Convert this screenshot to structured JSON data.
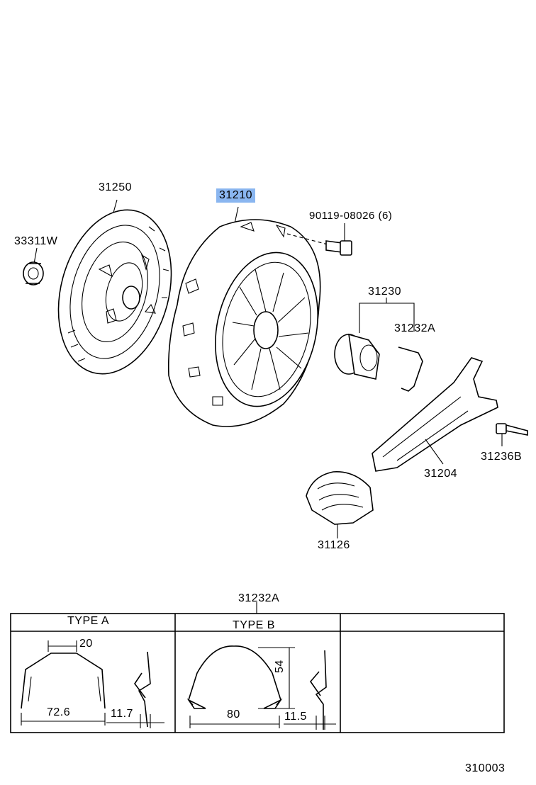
{
  "parts": {
    "p33311w": "33311W",
    "p31250": "31250",
    "p31210": "31210",
    "p90119": "90119-08026 (6)",
    "p31230": "31230",
    "p31232a": "31232A",
    "p31204": "31204",
    "p31236b": "31236B",
    "p31126": "31126"
  },
  "table": {
    "title": "31232A",
    "type_a": "TYPE  A",
    "type_b": "TYPE  B",
    "a_dims": {
      "top": "20",
      "width": "72.6",
      "side": "11.7"
    },
    "b_dims": {
      "height": "54",
      "width": "80",
      "side": "11.5"
    }
  },
  "footer": {
    "diagram_code": "310003"
  },
  "highlight_color": "#8ab6f0"
}
